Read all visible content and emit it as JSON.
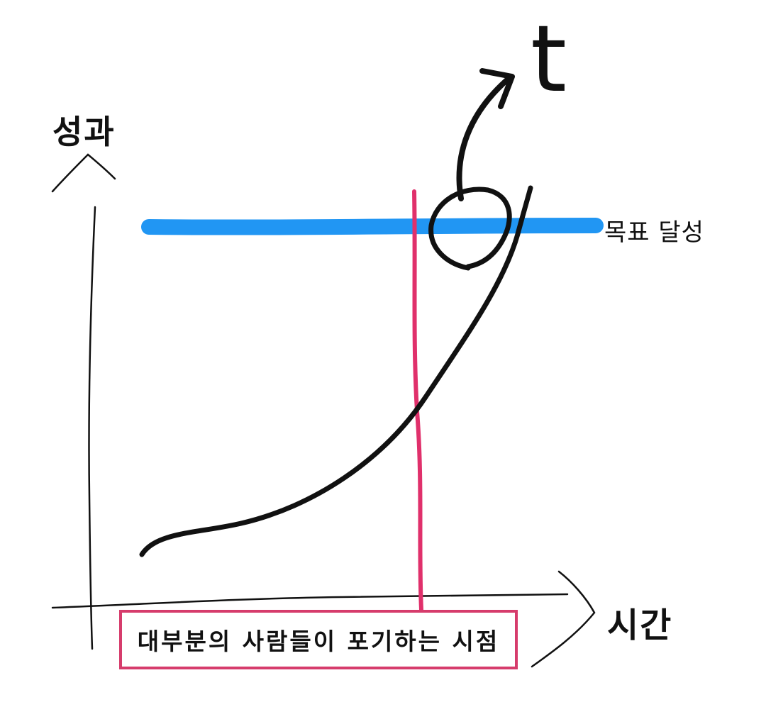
{
  "diagram": {
    "y_axis_label": "성과",
    "x_axis_label": "시간",
    "goal_line_label": "목표 달성",
    "callout_label": "대부분의 사람들이 포기하는 시점",
    "breakthrough_symbol": "t"
  },
  "colors": {
    "ink": "#111111",
    "goal_line": "#2196f3",
    "give_up_line": "#e0306b",
    "callout_border": "#d63c6c",
    "background": "#ffffff"
  }
}
